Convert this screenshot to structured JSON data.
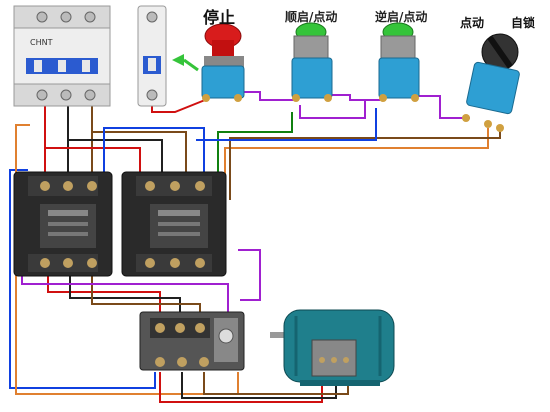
{
  "labels": {
    "stop": "停止",
    "forward": "顺启/点动",
    "reverse": "逆启/点动",
    "jog": "点动",
    "self_lock": "自锁",
    "breaker_brand": "CHNT"
  },
  "colors": {
    "breaker_body": "#eeeeee",
    "breaker_blue": "#2b5bd0",
    "contactor_body": "#2a2a2a",
    "button_base_blue": "#2e9fd3",
    "stop_red": "#d81c1c",
    "start_green": "#35c43a",
    "motor_teal": "#1f7f8c",
    "wire_red": "#d01010",
    "wire_purple": "#a020d0",
    "wire_blue": "#1040e0",
    "wire_green": "#108010",
    "wire_orange": "#e08030",
    "wire_black": "#202020",
    "wire_brown": "#7a4a1a"
  }
}
